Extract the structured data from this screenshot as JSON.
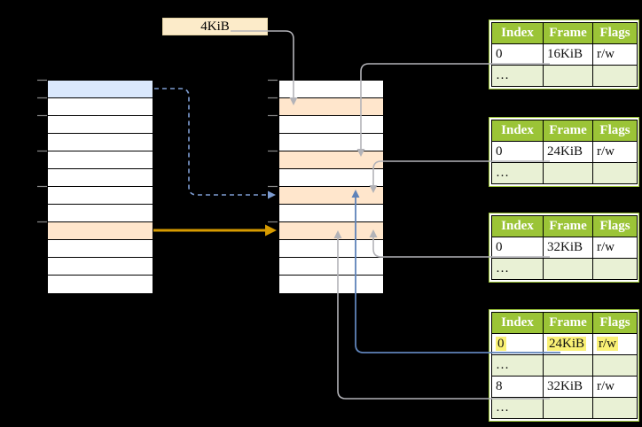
{
  "frame_size_label": "4KiB",
  "virtual_memory": {
    "row_count": 12,
    "highlighted_rows": [
      {
        "row": 1,
        "color": "blue"
      },
      {
        "row": 9,
        "color": "orange"
      }
    ],
    "tick_row_boundaries": [
      0,
      1,
      2,
      4,
      6,
      8
    ]
  },
  "physical_memory": {
    "row_count": 12,
    "highlighted_rows": [
      {
        "row": 2,
        "color": "orange"
      },
      {
        "row": 5,
        "color": "orange"
      },
      {
        "row": 7,
        "color": "orange"
      },
      {
        "row": 9,
        "color": "orange"
      }
    ],
    "tick_row_boundaries": [
      0,
      1,
      2,
      4,
      6,
      8
    ]
  },
  "page_tables": [
    {
      "headers": [
        "Index",
        "Frame",
        "Flags"
      ],
      "rows": [
        {
          "cells": [
            "0",
            "16KiB",
            "r/w"
          ],
          "shaded": false,
          "highlighted": false
        },
        {
          "cells": [
            "…",
            "",
            ""
          ],
          "shaded": true,
          "highlighted": false
        }
      ]
    },
    {
      "headers": [
        "Index",
        "Frame",
        "Flags"
      ],
      "rows": [
        {
          "cells": [
            "0",
            "24KiB",
            "r/w"
          ],
          "shaded": false,
          "highlighted": false
        },
        {
          "cells": [
            "…",
            "",
            ""
          ],
          "shaded": true,
          "highlighted": false
        }
      ]
    },
    {
      "headers": [
        "Index",
        "Frame",
        "Flags"
      ],
      "rows": [
        {
          "cells": [
            "0",
            "32KiB",
            "r/w"
          ],
          "shaded": false,
          "highlighted": false
        },
        {
          "cells": [
            "…",
            "",
            ""
          ],
          "shaded": true,
          "highlighted": false
        }
      ]
    },
    {
      "headers": [
        "Index",
        "Frame",
        "Flags"
      ],
      "rows": [
        {
          "cells": [
            "0",
            "24KiB",
            "r/w"
          ],
          "shaded": false,
          "highlighted": true
        },
        {
          "cells": [
            "…",
            "",
            ""
          ],
          "shaded": true,
          "highlighted": false
        },
        {
          "cells": [
            "8",
            "32KiB",
            "r/w"
          ],
          "shaded": false,
          "highlighted": false
        },
        {
          "cells": [
            "…",
            "",
            ""
          ],
          "shaded": true,
          "highlighted": false
        }
      ]
    }
  ],
  "arrows": [
    {
      "from": "4KiB-label",
      "to": "physical-memory-row-2",
      "color": "#B3B3B8",
      "style": "solid"
    },
    {
      "from": "page-table-1-entry-0",
      "to": "physical-memory-row-5",
      "color": "#B3B3B8",
      "style": "solid"
    },
    {
      "from": "page-table-2-entry-0",
      "to": "physical-memory-row-7",
      "color": "#B3B3B8",
      "style": "solid"
    },
    {
      "from": "page-table-3-entry-0",
      "to": "physical-memory-row-9",
      "color": "#B3B3B8",
      "style": "solid"
    },
    {
      "from": "page-table-4-entry-0",
      "to": "physical-memory-row-7",
      "color": "#5F83B9",
      "style": "solid"
    },
    {
      "from": "page-table-4-entry-8",
      "to": "physical-memory-row-9",
      "color": "#B3B3B8",
      "style": "solid"
    },
    {
      "from": "virtual-memory-row-1",
      "to": "physical-memory-row-7",
      "color": "#7D9CD1",
      "style": "dashed"
    },
    {
      "from": "virtual-memory-row-9",
      "to": "physical-memory-row-9",
      "color": "#D79B00",
      "style": "solid-thick"
    }
  ],
  "colors": {
    "background": "#000000",
    "table_header_green": "#9BC437",
    "table_shade_green": "#E9F1D5",
    "orange_fill": "#FFE6CC",
    "blue_fill": "#DAE8FC",
    "label_box_fill": "#FCEBC9",
    "highlight_yellow": "#FAF175",
    "arrow_gray": "#B3B3B8",
    "arrow_blue": "#5F83B9",
    "arrow_blue_dashed": "#7D9CD1",
    "arrow_orange": "#D79B00",
    "tick_gray": "#8A8A8A"
  }
}
